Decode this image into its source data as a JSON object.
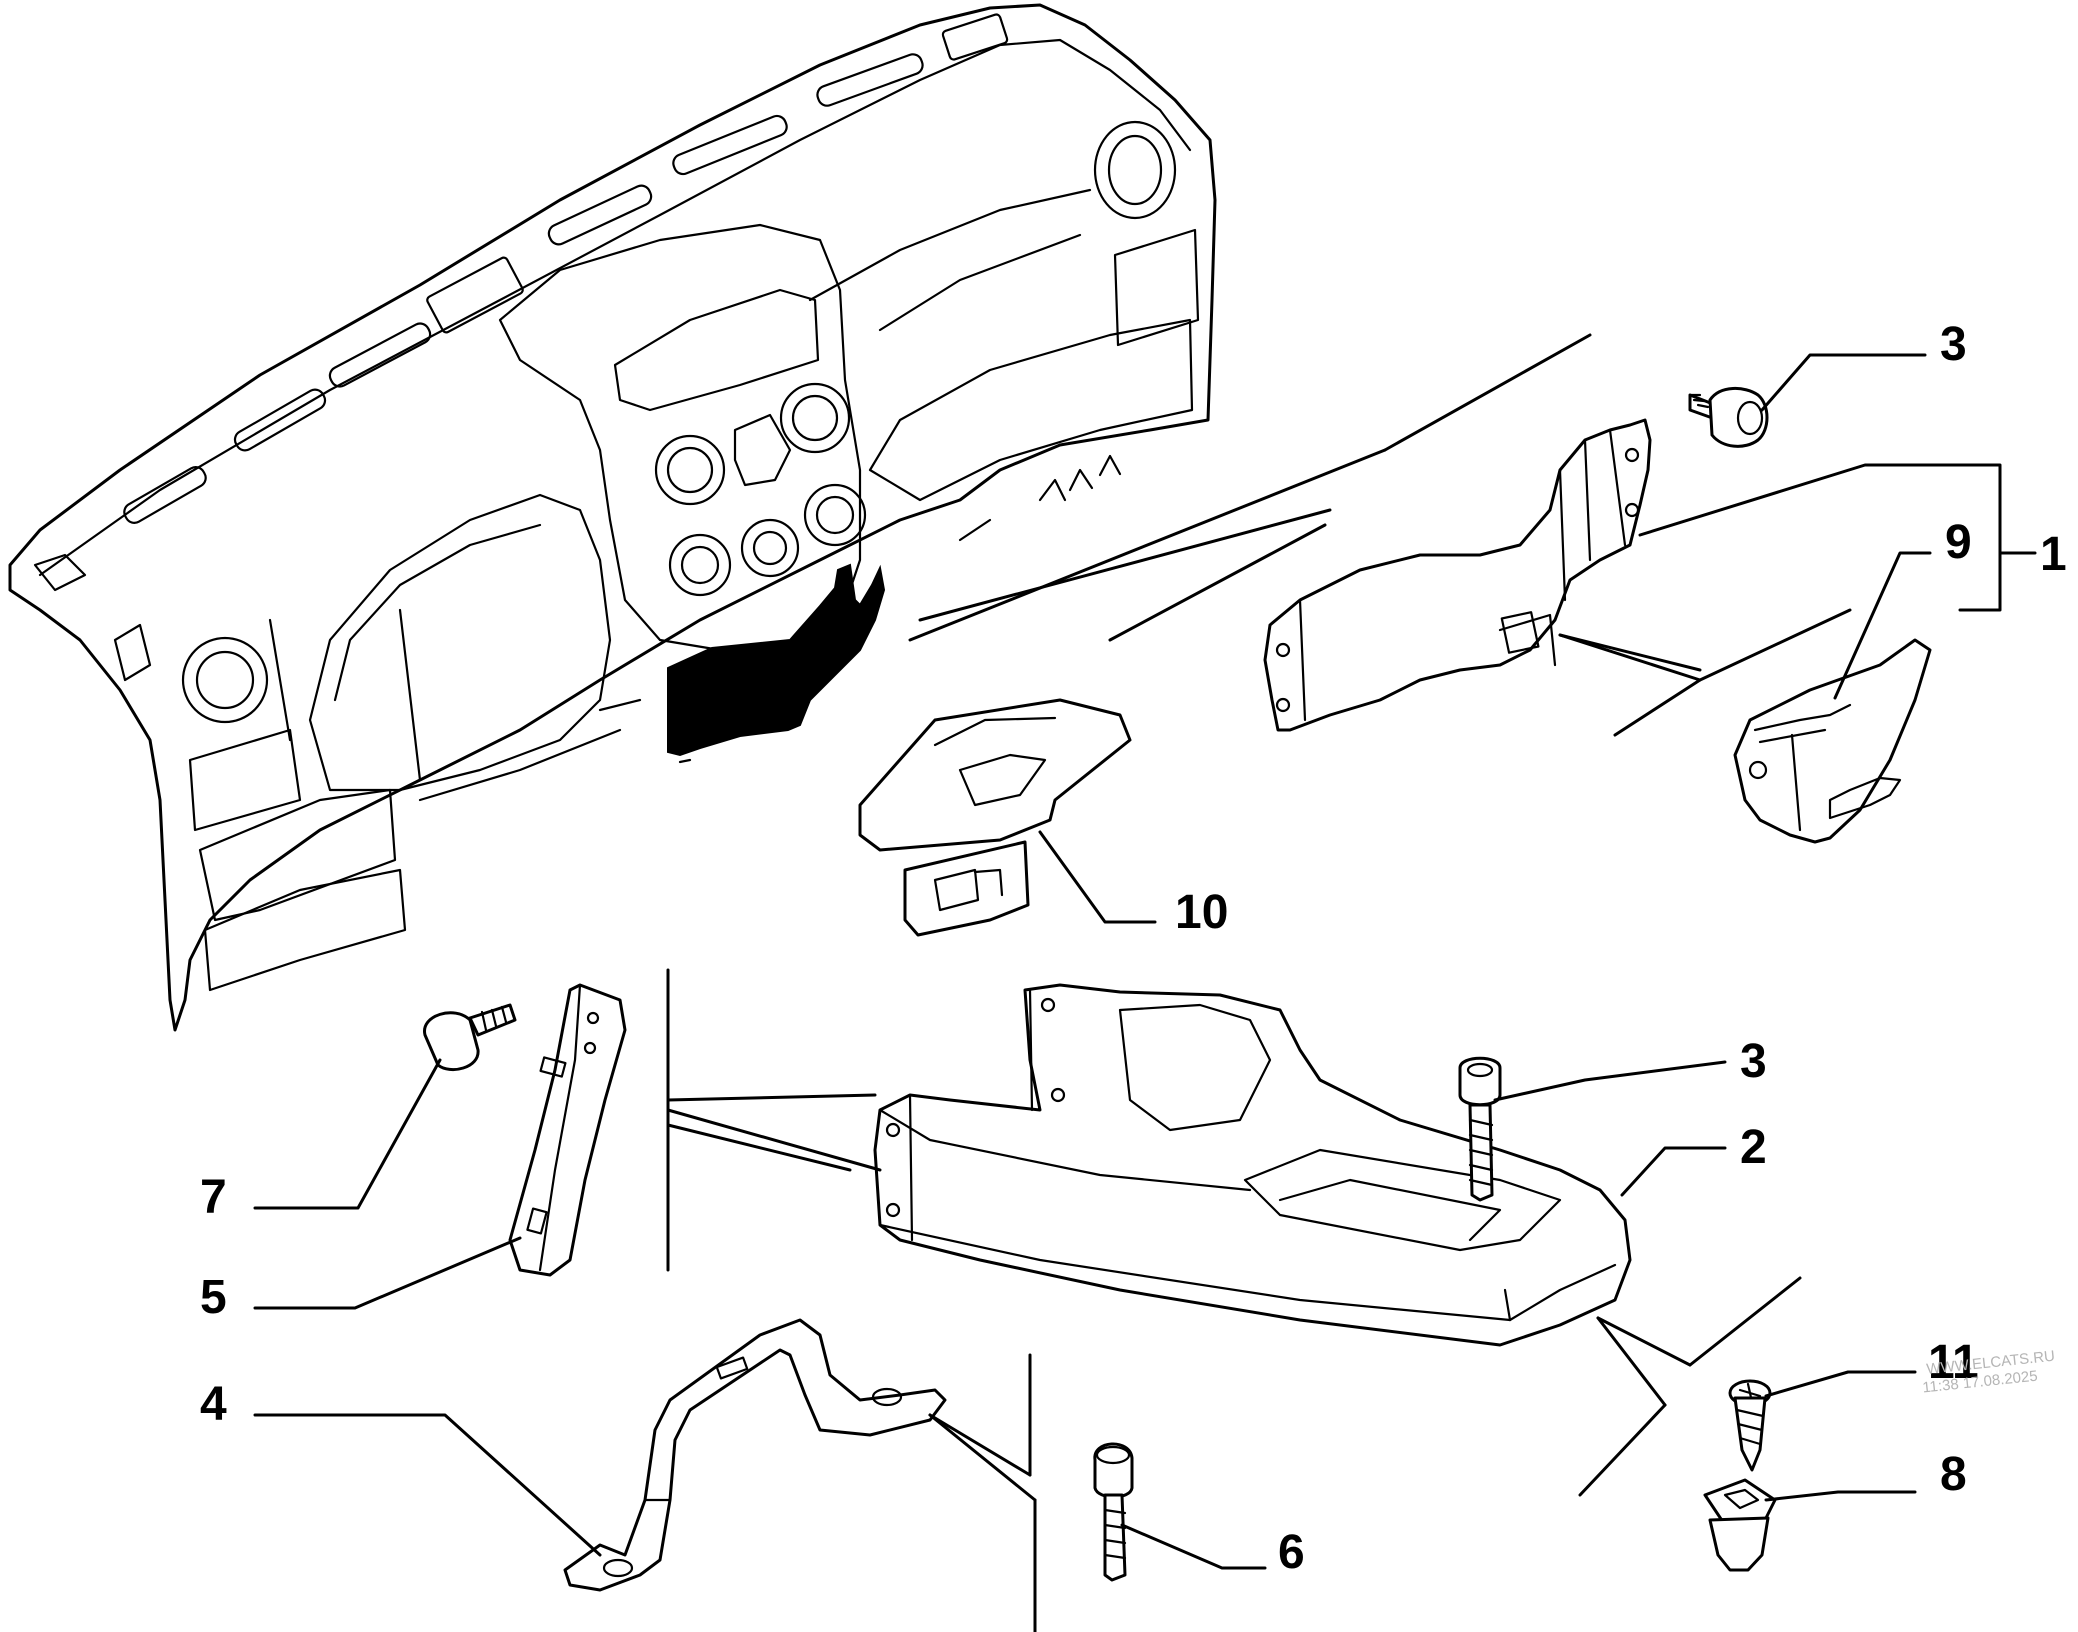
{
  "callouts": {
    "c1": "1",
    "c2": "2",
    "c3_top": "3",
    "c3_mid": "3",
    "c4": "4",
    "c5": "5",
    "c6": "6",
    "c7": "7",
    "c8": "8",
    "c9": "9",
    "c10": "10",
    "c11": "11"
  },
  "watermark": {
    "site": "WWW.ELCATS.RU",
    "timestamp": "11:38 17.08.2025"
  }
}
